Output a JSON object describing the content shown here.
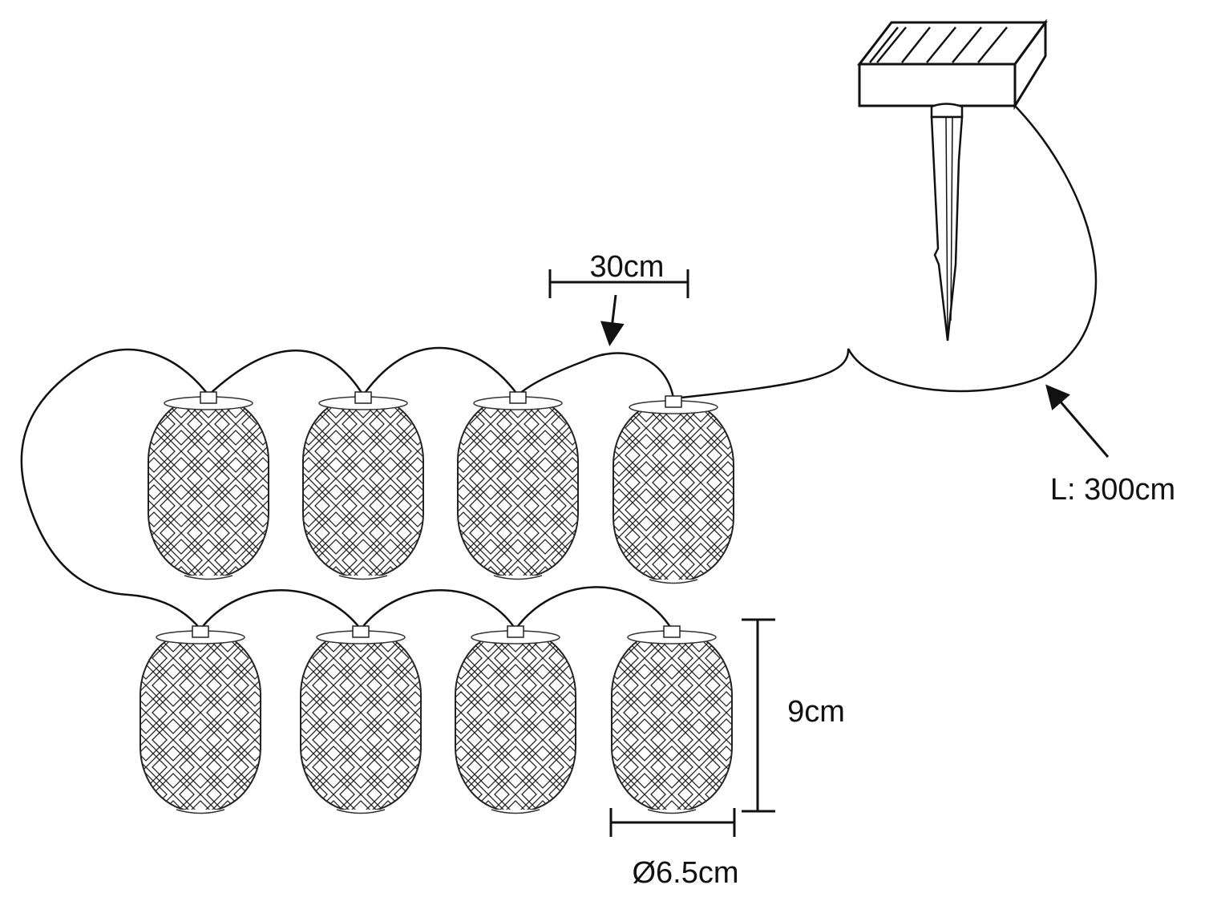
{
  "diagram": {
    "title": "Solar LED lantern string light dimensions",
    "lantern_count": 8,
    "labels": {
      "spacing": "30cm",
      "cable_length": "L: 300cm",
      "height": "9cm",
      "diameter": "Ø6.5cm"
    },
    "components": [
      "solar-panel",
      "ground-stake",
      "cable",
      "lanterns"
    ],
    "colors": {
      "line": "#111111",
      "background": "#ffffff"
    }
  }
}
